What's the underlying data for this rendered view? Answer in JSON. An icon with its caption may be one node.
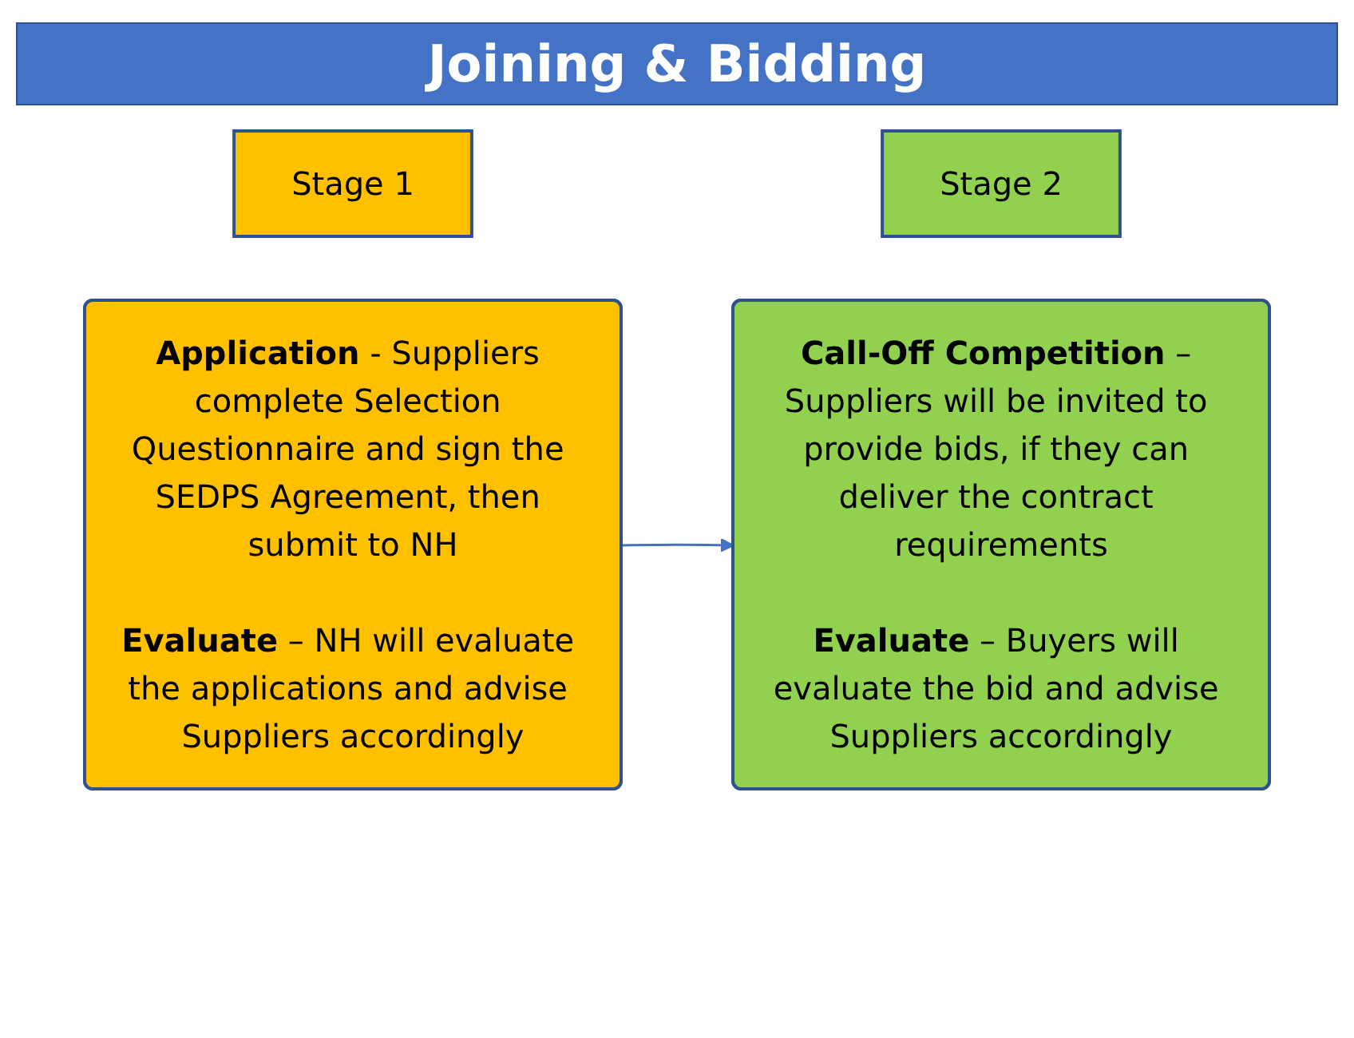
{
  "diagram": {
    "title": "Joining & Bidding",
    "nodes": [
      {
        "text": [
          "Stage 1"
        ]
      },
      {
        "text": [
          "Stage 2"
        ]
      },
      {
        "text": [
          "**Application** - Suppliers complete Selection Questionnaire and sign the SEDPS Agreement, then submit to NH",
          "**Evaluate** – NH will evaluate the applications and advise Suppliers accordingly"
        ]
      },
      {
        "text": [
          "**Call-Off Competition** – Suppliers will be invited to provide bids, if they can deliver the contract requirements",
          "**Evaluate** – Buyers will evaluate the bid and advise Suppliers accordingly"
        ]
      }
    ],
    "edges": [
      {
        "from": 2,
        "to": 3,
        "arrow": "to"
      }
    ]
  }
}
